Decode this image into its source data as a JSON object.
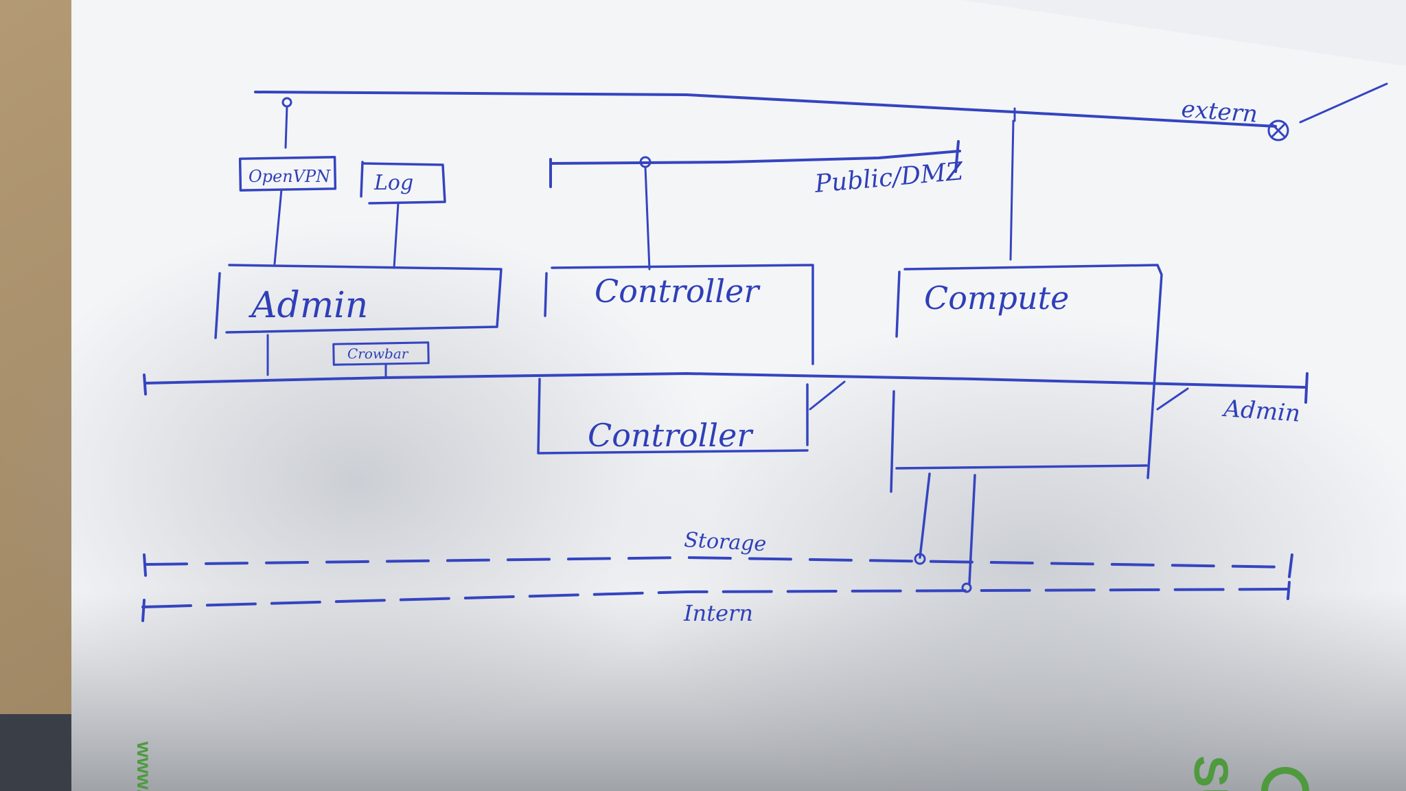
{
  "colors": {
    "ink": "#3444c0",
    "paper": "#f4f5f7",
    "table": "#a08a6a",
    "brand_green": "#4f9a3f"
  },
  "networks": {
    "extern": "extern",
    "public": "Public/DMZ",
    "admin": "Admin",
    "storage": "Storage",
    "intern": "Intern"
  },
  "nodes": {
    "openvpn": "OpenVPN",
    "log": "Log",
    "admin": "Admin",
    "crowbar": "Crowbar",
    "controller_1": "Controller",
    "controller_2": "Controller",
    "compute": "Compute"
  },
  "footer": {
    "www_mark": "www.",
    "logo_mark": "SU"
  }
}
